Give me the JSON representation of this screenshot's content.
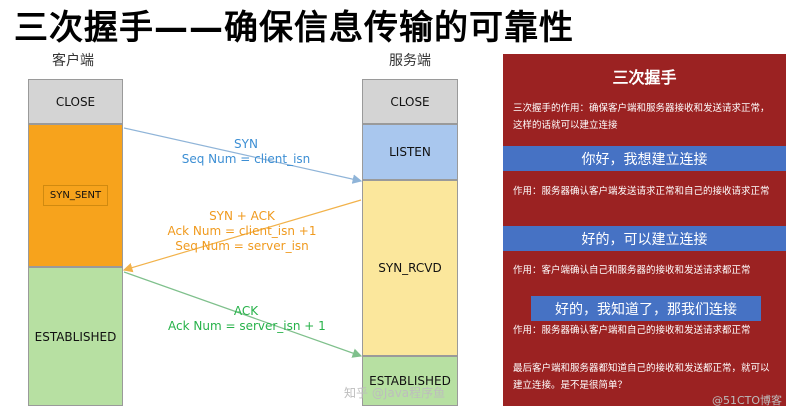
{
  "title": "三次握手——确保信息传输的可靠性",
  "diagram": {
    "client_label": "客户端",
    "server_label": "服务端",
    "client_states": [
      "CLOSE",
      "SYN_SENT",
      "ESTABLISHED"
    ],
    "server_states": [
      "CLOSE",
      "LISTEN",
      "SYN_RCVD",
      "ESTABLISHED"
    ],
    "messages": [
      {
        "lines": [
          "SYN",
          "Seq Num = client_isn"
        ],
        "color": "#3d8fd4"
      },
      {
        "lines": [
          "SYN + ACK",
          "Ack Num =  client_isn +1",
          "Seq Num = server_isn"
        ],
        "color": "#f09a1e"
      },
      {
        "lines": [
          "ACK",
          "Ack Num = server_isn + 1"
        ],
        "color": "#27b24a"
      }
    ],
    "colors": {
      "close": "#d4d4d4",
      "client_mid": "#f7a31c",
      "listen": "#a9c7ee",
      "server_mid": "#fbe79c",
      "established": "#b7e0a2"
    }
  },
  "panel": {
    "title": "三次握手",
    "intro": "三次握手的作用：确保客户端和服务器接收和发送请求正常，这样的话就可以建立连接",
    "bubble1": "你好，我想建立连接",
    "text1": "作用：服务器确认客户端发送请求正常和自己的接收请求正常",
    "bubble2": "好的，可以建立连接",
    "text2": "作用：客户端确认自己和服务器的接收和发送请求都正常",
    "bubble3": "好的，我知道了，那我们连接",
    "text3": "作用：服务器确认客户端和自己的接收和发送请求都正常",
    "text4": "最后客户端和服务器都知道自己的接收和发送都正常，就可以建立连接。是不是很简单？",
    "colors": {
      "bg": "#9b2222",
      "bubble": "#4672c4"
    }
  },
  "watermarks": {
    "zhihu": "知乎 @Java程序鱼",
    "cto": "@51CTO博客"
  }
}
